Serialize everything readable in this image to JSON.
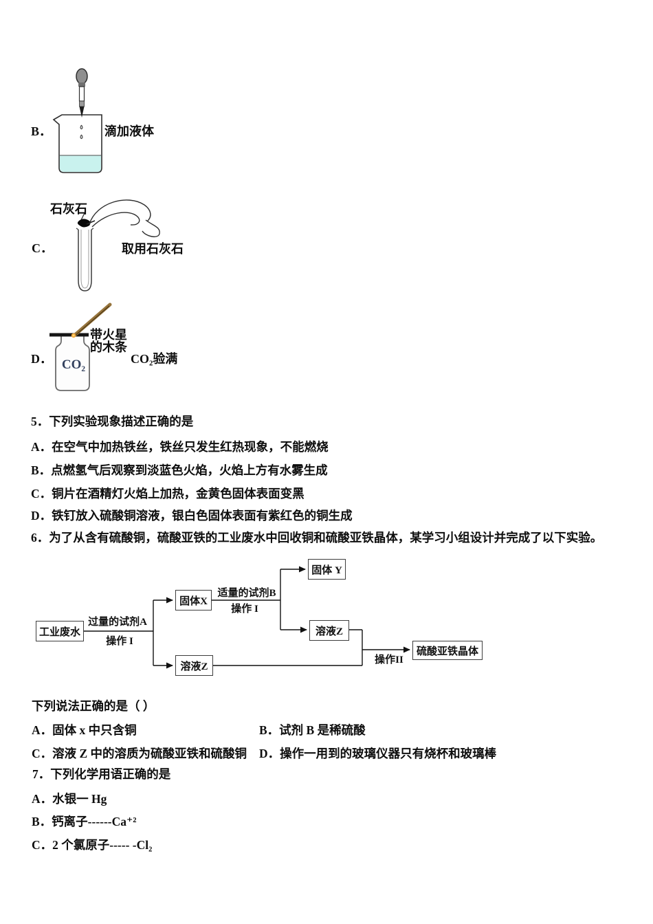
{
  "colors": {
    "text": "#0e0e0e",
    "beaker_liquid": "#c9f2ee",
    "splint_wood": "#96743c",
    "splint_glow": "#f2a93c",
    "co2_label_color": "#33415e",
    "line_color": "#111111"
  },
  "apparatus_options": {
    "b": {
      "letter": "B．",
      "caption": "滴加液体"
    },
    "c": {
      "letter": "C．",
      "caption": "取用石灰石",
      "annotation": "石灰石"
    },
    "d": {
      "letter": "D．",
      "caption": "CO₂验满",
      "annotation_line1": "带火星",
      "annotation_line2": "的木条",
      "bottle_label": "CO₂"
    }
  },
  "question5": {
    "stem": "5．下列实验现象描述正确的是",
    "options": [
      "A．在空气中加热铁丝，铁丝只发生红热现象，不能燃烧",
      "B．点燃氢气后观察到淡蓝色火焰，火焰上方有水雾生成",
      "C．铜片在酒精灯火焰上加热，金黄色固体表面变黑",
      "D．铁钉放入硫酸铜溶液，银白色固体表面有紫红色的铜生成"
    ]
  },
  "question6": {
    "stem": "6．为了从含有硫酸铜，硫酸亚铁的工业废水中回收铜和硫酸亚铁晶体，某学习小组设计并完成了以下实验。",
    "flowchart": {
      "box_wastewater": "工业废水",
      "box_solid_x": "固体X",
      "box_solution_z_lower": "溶液Z",
      "box_solid_y": "固体 Y",
      "box_solution_z_right": "溶液Z",
      "box_crystal": "硫酸亚铁晶体",
      "label_reagent_a": "过量的试剂A",
      "label_operation1_a": "操作 I",
      "label_reagent_b": "适量的试剂B",
      "label_operation1_b": "操作 I",
      "label_operation2": "操作II"
    },
    "prompt": "下列说法正确的是（  ）",
    "options": [
      "A．固体 x 中只含铜",
      "B．试剂 B 是稀硫酸",
      "C．溶液 Z 中的溶质为硫酸亚铁和硫酸铜",
      "D．操作一用到的玻璃仪器只有烧杯和玻璃棒"
    ]
  },
  "question7": {
    "stem": "7．下列化学用语正确的是",
    "options": [
      "A．水银一 Hg",
      "B．钙离子------Ca⁺²",
      "C．2 个氯原子----- -Cl₂"
    ]
  }
}
